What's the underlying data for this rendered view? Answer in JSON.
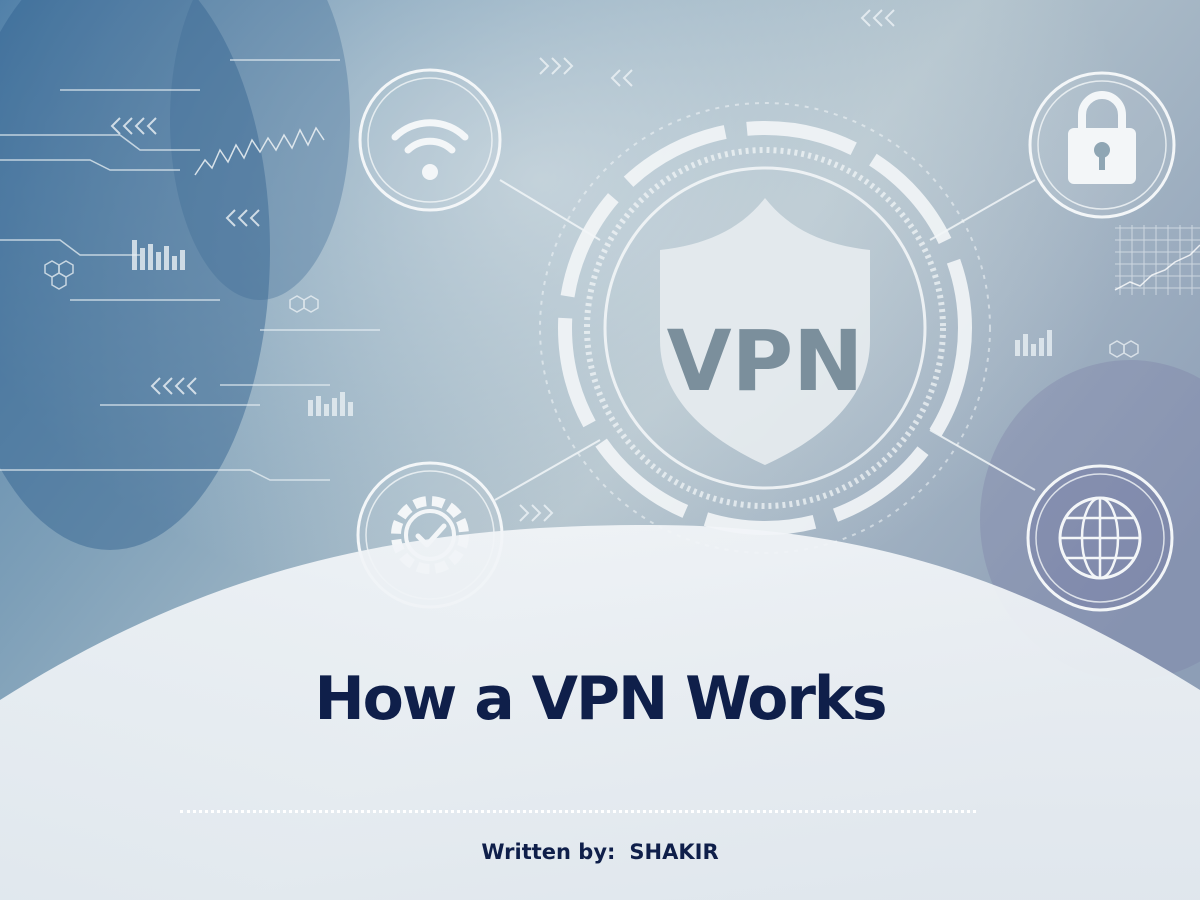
{
  "hero": {
    "shield_text": "VPN",
    "icons": [
      "wifi-icon",
      "lock-icon",
      "gear-check-icon",
      "globe-icon"
    ]
  },
  "article": {
    "title": "How a VPN Works",
    "byline_prefix": "Written by:",
    "author": "SHAKIR"
  },
  "colors": {
    "title": "#0f1f4a",
    "overlay": "#eef2f6",
    "background": "#8fa6b4"
  }
}
